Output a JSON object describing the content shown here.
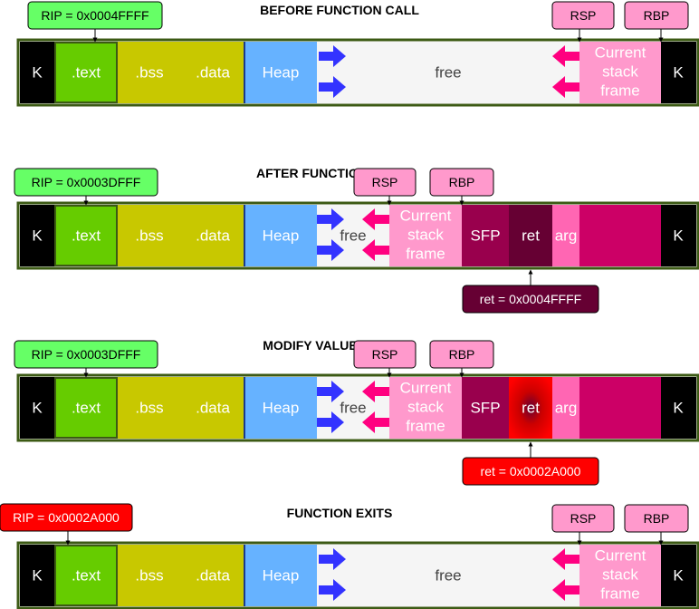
{
  "colors": {
    "border": "#3c5a14",
    "kernel": "#000000",
    "text_seg": "#66cc00",
    "bss_data": "#c8c800",
    "heap": "#66b2ff",
    "free": "#f5f5f5",
    "frame": "#ff99cc",
    "sfp": "#99004d",
    "ret": "#660033",
    "arg": "#ff66b3",
    "callee": "#cc0066",
    "rip_ok": "#66ff66",
    "rip_bad": "#ff0000",
    "reg": "#ff99cc",
    "heap_arrow": "#3333ff",
    "stack_arrow": "#ff0080"
  },
  "labels": {
    "kernel": "K",
    "text": ".text",
    "bss": ".bss",
    "data": ".data",
    "heap": "Heap",
    "free": "free",
    "frame": [
      "Current",
      "stack",
      "frame"
    ],
    "sfp": "SFP",
    "ret": "ret",
    "arg": "arg",
    "rsp": "RSP",
    "rbp": "RBP"
  },
  "stages": [
    {
      "title": "BEFORE FUNCTION CALL",
      "rip": "RIP = 0x0004FFFF"
    },
    {
      "title": "AFTER FUNCTION CALL",
      "rip": "RIP = 0x0003DFFF",
      "ret_value": "ret = 0x0004FFFF"
    },
    {
      "title": "MODIFY VALUE OF ret",
      "rip": "RIP = 0x0003DFFF",
      "ret_value": "ret = 0x0002A000"
    },
    {
      "title": "FUNCTION EXITS",
      "rip": "RIP = 0x0002A000"
    }
  ]
}
